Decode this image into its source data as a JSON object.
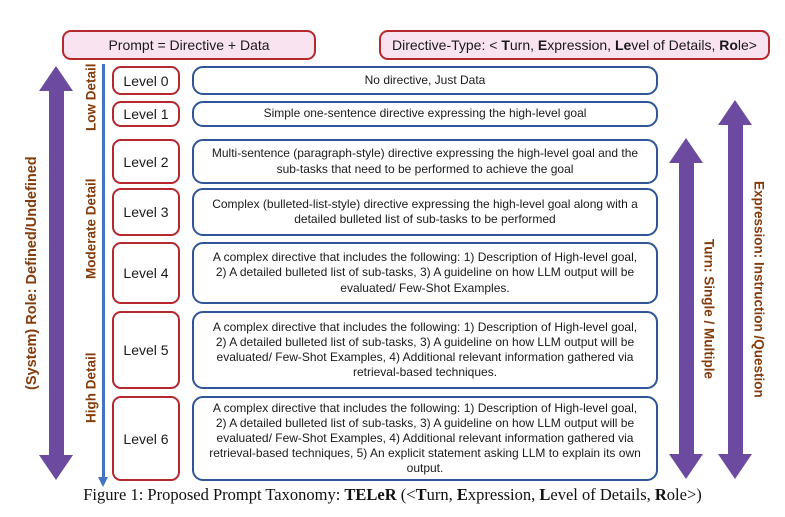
{
  "colors": {
    "red_border": "#B4282E",
    "blue_border": "#2F5597",
    "purple": "#6C4AA0",
    "brown_text": "#843C0C",
    "pink_fill": "#FAE3F1",
    "detail_blue": "#4472C4"
  },
  "header": {
    "prompt_box": "Prompt = Directive + Data",
    "directive_type_segments": [
      {
        "text": "Directive-Type: < "
      },
      {
        "text": "T"
      },
      {
        "text": "urn, "
      },
      {
        "text": "E"
      },
      {
        "text": "xpression, "
      },
      {
        "text": "Le"
      },
      {
        "text": "vel of Details, "
      },
      {
        "text": "Ro"
      },
      {
        "text": "le>"
      }
    ]
  },
  "axes": {
    "role_label": "(System) Role: Defined/Undefined",
    "detail_labels": [
      "Low Detail",
      "Moderate Detail",
      "High Detail"
    ],
    "turn_label": "Turn: Single / Multiple",
    "expression_label": "Expression: Instruction /Question"
  },
  "levels": [
    {
      "label": "Level 0",
      "description": "No directive, Just Data"
    },
    {
      "label": "Level 1",
      "description": "Simple one-sentence directive expressing the high-level goal"
    },
    {
      "label": "Level 2",
      "description": "Multi-sentence (paragraph-style) directive expressing the high-level goal and the sub-tasks that need to be performed to achieve the goal"
    },
    {
      "label": "Level 3",
      "description": "Complex (bulleted-list-style) directive expressing the high-level goal along with a detailed bulleted list of sub-tasks to be performed"
    },
    {
      "label": "Level 4",
      "description": "A complex directive that includes the following: 1) Description of High-level goal, 2) A detailed bulleted list of sub-tasks, 3) A guideline on how LLM output will be evaluated/ Few-Shot Examples."
    },
    {
      "label": "Level 5",
      "description": "A complex directive that includes the following: 1) Description of High-level goal, 2) A detailed bulleted list of sub-tasks, 3) A guideline on how LLM output will be evaluated/ Few-Shot Examples, 4) Additional relevant information gathered via retrieval-based techniques."
    },
    {
      "label": "Level 6",
      "description": "A complex directive that includes the following: 1) Description of High-level goal, 2) A detailed bulleted list of sub-tasks, 3) A guideline on how LLM output will be evaluated/ Few-Shot Examples, 4) Additional relevant information gathered via retrieval-based techniques, 5) An explicit statement asking LLM to explain its own output."
    }
  ],
  "caption_segments": [
    {
      "text": "Figure 1: Proposed Prompt Taxonomy: "
    },
    {
      "text": "TELeR"
    },
    {
      "text": " (<"
    },
    {
      "text": "T"
    },
    {
      "text": "urn, "
    },
    {
      "text": "E"
    },
    {
      "text": "xpression, "
    },
    {
      "text": "L"
    },
    {
      "text": "evel of Details, "
    },
    {
      "text": "R"
    },
    {
      "text": "ole>)"
    }
  ]
}
